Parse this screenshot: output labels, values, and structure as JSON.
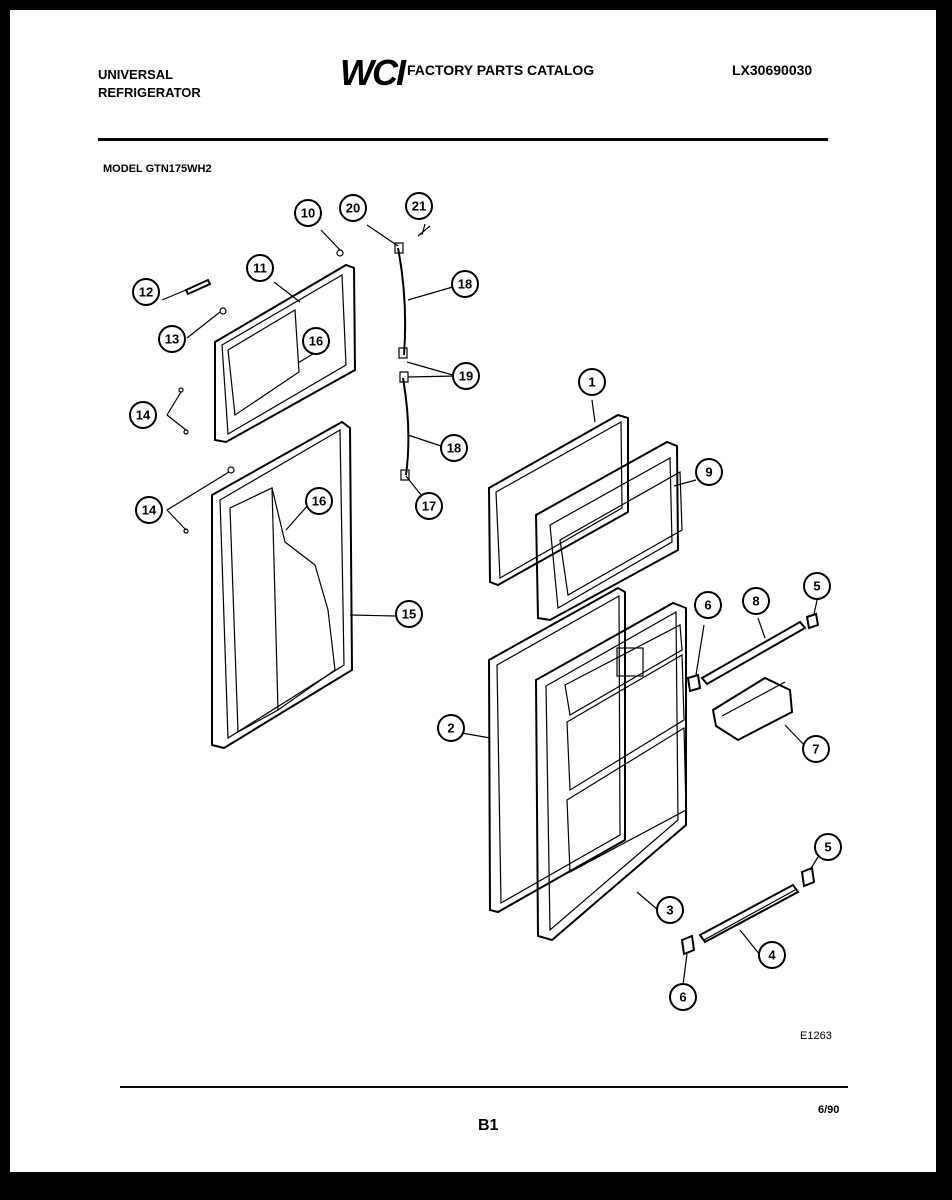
{
  "header": {
    "brand_line1": "UNIVERSAL",
    "brand_line2": "REFRIGERATOR",
    "logo_text": "WCI",
    "catalog_title": "FACTORY PARTS CATALOG",
    "catalog_number": "LX30690030"
  },
  "model_label": "MODEL GTN175WH2",
  "callouts": [
    {
      "id": "c10",
      "label": "10"
    },
    {
      "id": "c20",
      "label": "20"
    },
    {
      "id": "c21",
      "label": "21"
    },
    {
      "id": "c11",
      "label": "11"
    },
    {
      "id": "c12",
      "label": "12"
    },
    {
      "id": "c18a",
      "label": "18"
    },
    {
      "id": "c13",
      "label": "13"
    },
    {
      "id": "c16a",
      "label": "16"
    },
    {
      "id": "c19",
      "label": "19"
    },
    {
      "id": "c14a",
      "label": "14"
    },
    {
      "id": "c18b",
      "label": "18"
    },
    {
      "id": "c1",
      "label": "1"
    },
    {
      "id": "c9",
      "label": "9"
    },
    {
      "id": "c14b",
      "label": "14"
    },
    {
      "id": "c16b",
      "label": "16"
    },
    {
      "id": "c17",
      "label": "17"
    },
    {
      "id": "c15",
      "label": "15"
    },
    {
      "id": "c5a",
      "label": "5"
    },
    {
      "id": "c6a",
      "label": "6"
    },
    {
      "id": "c8",
      "label": "8"
    },
    {
      "id": "c2",
      "label": "2"
    },
    {
      "id": "c7",
      "label": "7"
    },
    {
      "id": "c5b",
      "label": "5"
    },
    {
      "id": "c3",
      "label": "3"
    },
    {
      "id": "c4",
      "label": "4"
    },
    {
      "id": "c6b",
      "label": "6"
    }
  ],
  "figure_code": "E1263",
  "footer": {
    "page_label": "B1",
    "date": "6/90"
  }
}
